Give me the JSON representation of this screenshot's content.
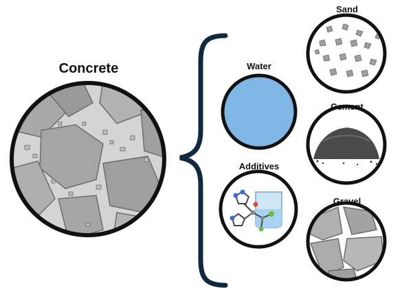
{
  "diagram": {
    "main_label": "Concrete",
    "components": [
      {
        "key": "water",
        "label": "Water",
        "icon": "water-circle-icon"
      },
      {
        "key": "sand",
        "label": "Sand",
        "icon": "sand-grains-icon"
      },
      {
        "key": "cement",
        "label": "Cement",
        "icon": "cement-pile-icon"
      },
      {
        "key": "additives",
        "label": "Additives",
        "icon": "chemical-molecule-beaker-icon"
      },
      {
        "key": "gravel",
        "label": "Gravel",
        "icon": "gravel-stones-icon"
      }
    ],
    "colors": {
      "water": "#7fb6e3",
      "brace": "#12283f",
      "ring": "#111111",
      "stone": "#a9a9a9",
      "matrix": "#d6d6d6",
      "cement": "#4a4a4a"
    }
  }
}
